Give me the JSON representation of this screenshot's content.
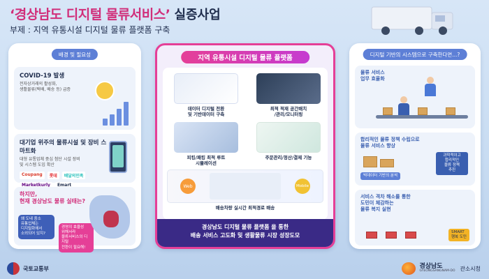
{
  "header": {
    "title_prefix": "‘",
    "title_accent": "경상남도 디지털 물류서비스’",
    "title_tail": "실증사업",
    "subtitle": "부제 : 지역 유통시설 디지털 물류 플랫폼 구축"
  },
  "left": {
    "pill": "배경 및 필요성",
    "s1_title": "COVID-19 발생",
    "s1_body": "전자상거래의 활성화,\n생활물류(택배, 배송 등) 급증",
    "s2_title": "대기업 위주의 물류시설 및 장비 스마트화",
    "s2_body": "대형 유통업체 중심 첨단 시설 장비\n및 시스템 도입 확산",
    "logos": [
      "Coupang",
      "롯데",
      "배달의민족",
      "Marketkurly",
      "Emart"
    ],
    "q_text": "하지만,\n현재 경상남도 물류 실태는?",
    "bubble_a": "왜 도내 중소\n유통업체는\n디지털화에서\n소외되어 있지?",
    "bubble_b": "경영의 효율성\n위해서라\n물류서비스의 디지털\n전환이 필요해!"
  },
  "mid": {
    "pill": "지역 유통시설 디지털 물류 플랫폼",
    "t1": "데이터 디지털 전환\n및 기반데이터 구축",
    "t2": "최적 적재 공간배치\n/관리/모니터링",
    "t3": "피킹/패킹 최적 루트\n시뮬레이션",
    "t4": "주문관리/정산/결제 기능",
    "t5": "배송차량 실시간 최적경로 배송",
    "web": "Web",
    "mobile": "Mobile",
    "footer_line1": "경상남도 디지털 물류 플랫폼 을 통한",
    "footer_line2": "배송 서비스 고도화 및 생활물류 시장 성장도모"
  },
  "right": {
    "pill": "디지털 기반의 시스템으로 구축한다면...?",
    "r1_title": "물류 서비스\n업무 효율화",
    "r2_title": "합리적인 물류 정책 수립으로\n물류 서비스 향상",
    "r2_chip": "과학적이고\n합리적인\n물류 정책\n추진",
    "r2_chip2": "빅데이터 기반의 분석",
    "r3_title": "서비스 격차 해소를 통한\n도민이 체감하는\n물류 복지 실현",
    "r3_chip": "SMART\n행복 도민"
  },
  "footer": {
    "left_label": "국토교통부",
    "right_big": "경상남도",
    "right_small": "GYEONGSANGNAM-DO",
    "right_side": "관소시청"
  }
}
